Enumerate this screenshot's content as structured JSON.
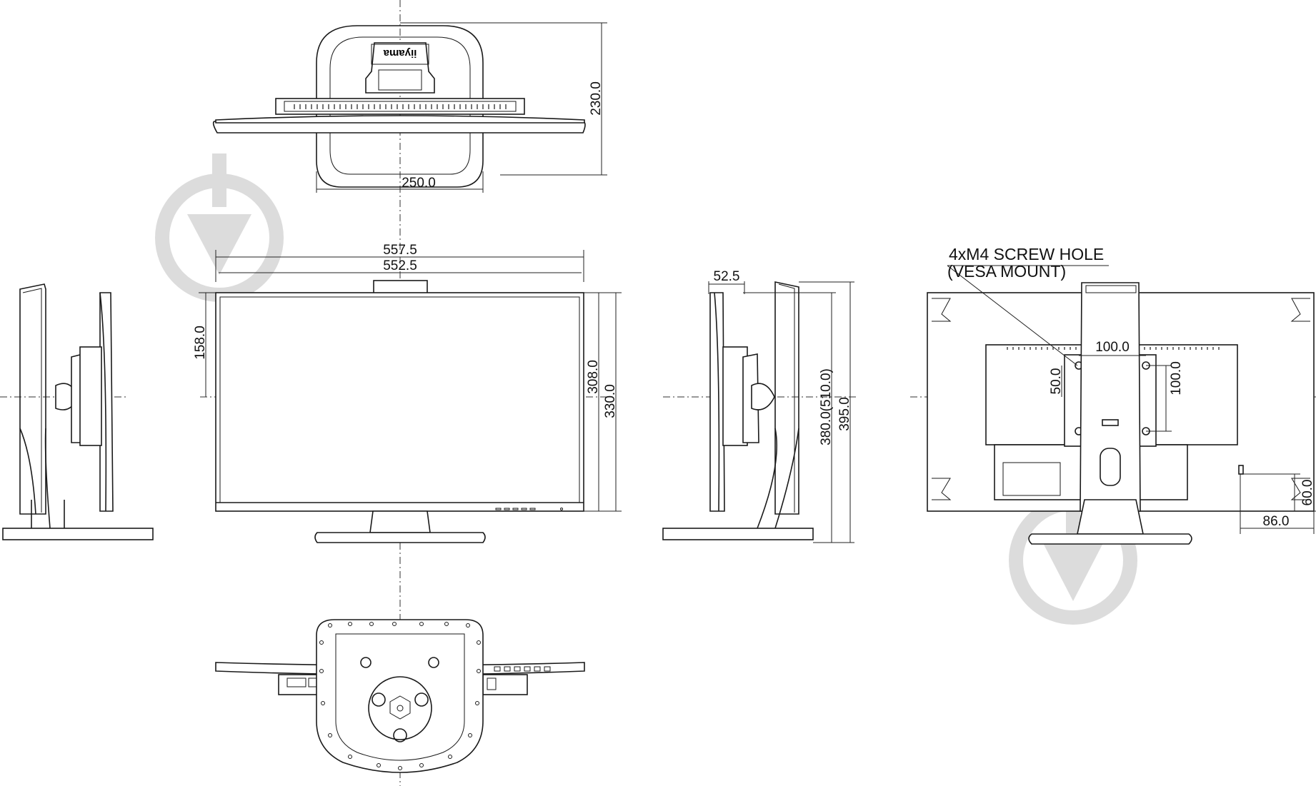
{
  "dimensions": {
    "top_depth": "230.0",
    "top_base_width": "250.0",
    "overall_width": "557.5",
    "panel_width": "552.5",
    "bezel_to_center": "158.0",
    "panel_height": "308.0",
    "display_height": "330.0",
    "side_offset": "52.5",
    "height_range": "380.0(510.0)",
    "total_height": "395.0",
    "vesa_h": "100.0",
    "vesa_v_small": "50.0",
    "vesa_v": "100.0",
    "lock_height": "60.0",
    "lock_offset": "86.0"
  },
  "labels": {
    "screw_hole": "4xM4 SCREW HOLE",
    "vesa_mount": "(VESA MOUNT)"
  },
  "logos": {
    "brand": "iiyama"
  },
  "icons": {
    "watermark_left": "download-watermark-icon",
    "watermark_right": "download-watermark-icon"
  },
  "colors": {
    "line": "#1a1a1a",
    "watermark": "#dcdcdc",
    "background": "#ffffff"
  }
}
